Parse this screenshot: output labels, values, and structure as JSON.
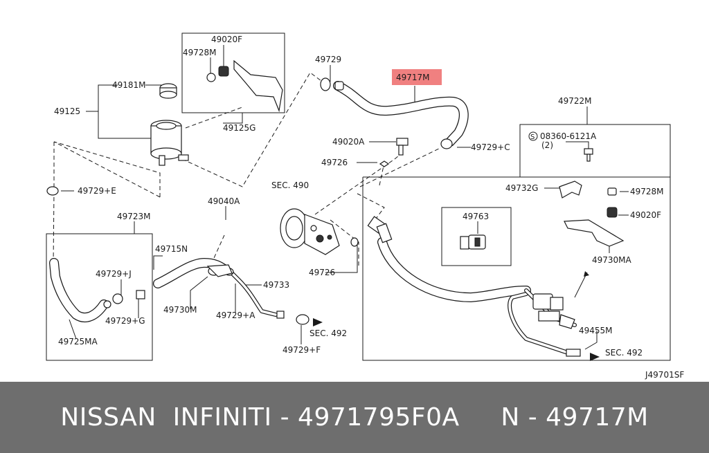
{
  "diagram": {
    "labels": {
      "l49020f_top": "49020F",
      "l49728m_top": "49728M",
      "l49181m": "49181M",
      "l49125": "49125",
      "l49125g": "49125G",
      "l49729": "49729",
      "l49717m": "49717M",
      "l49020a": "49020A",
      "l49729c": "49729+C",
      "l49726_a": "49726",
      "l49722m": "49722M",
      "l08360": "08360-6121A",
      "l08360_qty": "(2)",
      "l_sec490": "SEC. 490",
      "l49729e": "49729+E",
      "l49040a": "49040A",
      "l49732g": "49732G",
      "l49728m_r": "49728M",
      "l49020f_r": "49020F",
      "l49763": "49763",
      "l49723m": "49723M",
      "l49715n": "49715N",
      "l49733": "49733",
      "l49726_b": "49726",
      "l49730ma": "49730MA",
      "l49729j": "49729+J",
      "l49729g": "49729+G",
      "l49730m": "49730M",
      "l49729a": "49729+A",
      "l_sec492_a": "SEC. 492",
      "l49729f": "49729+F",
      "l49725ma": "49725MA",
      "l49455m": "49455M",
      "l_sec492_b": "SEC. 492",
      "screw_symbol": "S",
      "figure_code": "J49701SF"
    },
    "highlight_color": "#f08080"
  },
  "banner": {
    "text": "NISSAN  INFINITI - 4971795F0A     N - 49717M",
    "background": "#6e6e6e",
    "text_color": "#ffffff"
  }
}
